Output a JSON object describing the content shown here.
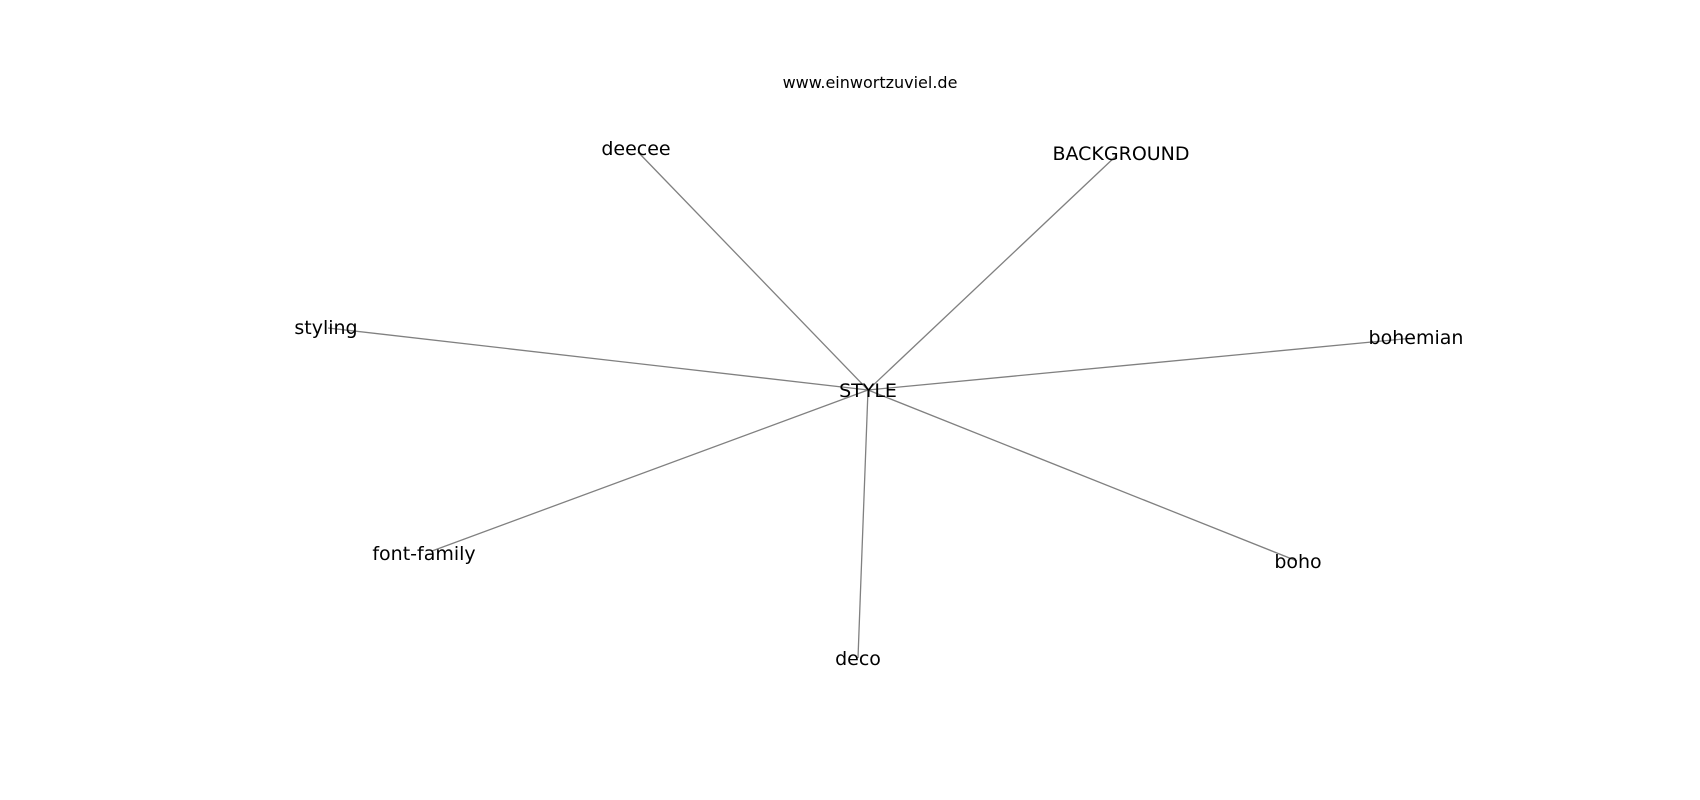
{
  "header": {
    "site": "www.einwortzuviel.de"
  },
  "graph": {
    "center": "STYLE",
    "neighbors": [
      "deecee",
      "BACKGROUND",
      "styling",
      "bohemian",
      "font-family",
      "boho",
      "deco"
    ],
    "edge_color": "#808080",
    "text_color": "#000000"
  }
}
